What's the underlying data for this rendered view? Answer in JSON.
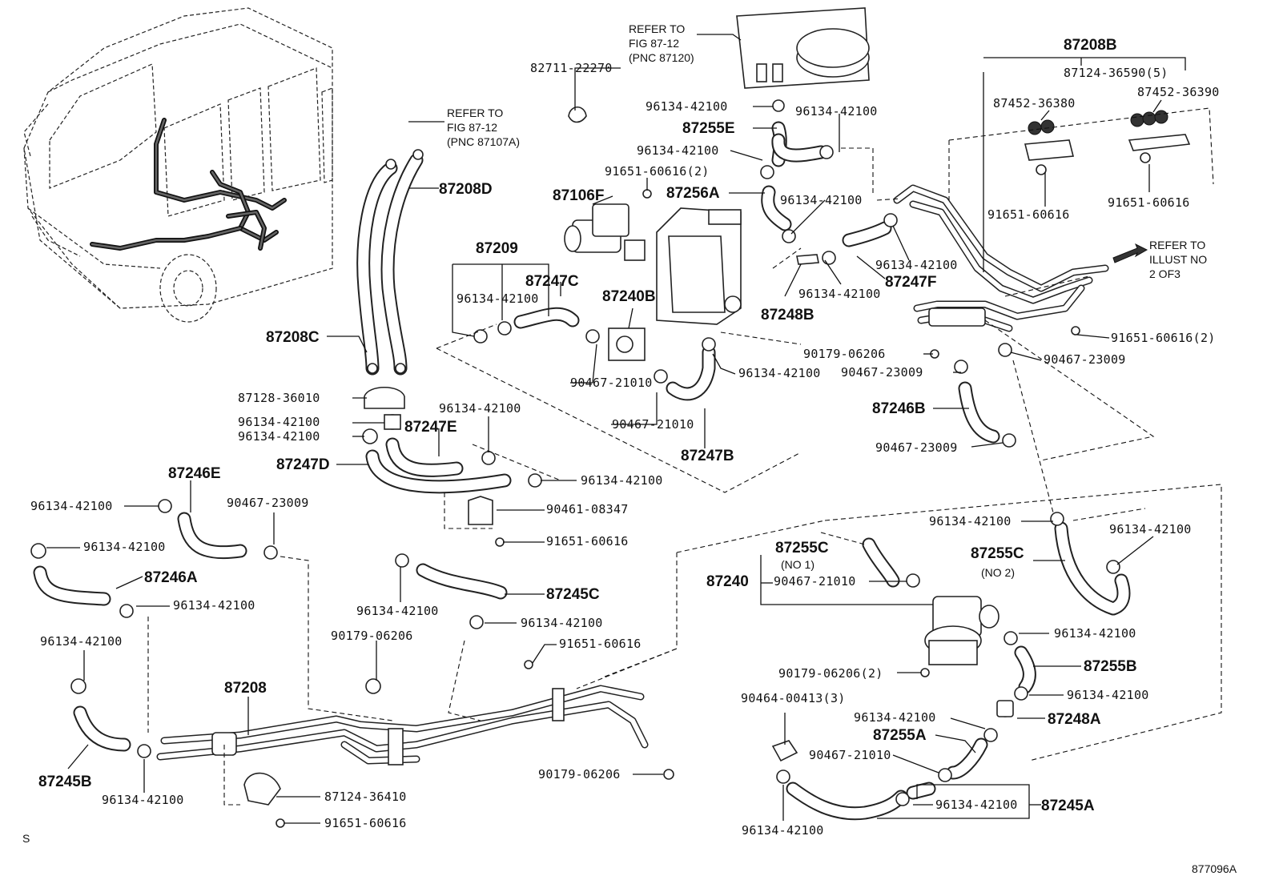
{
  "diagram": {
    "figure_code": "877096A",
    "corner_mark": "S",
    "refs": {
      "top_line1": "REFER TO",
      "top_line2": "FIG 87-12",
      "top_line3": "(PNC 87120)",
      "left_line1": "REFER TO",
      "left_line2": "FIG 87-12",
      "left_line3": "(PNC 87107A)",
      "right_line1": "REFER TO",
      "right_line2": "ILLUST NO",
      "right_line3": "2 OF3"
    },
    "labels": {
      "p82711": "82711-22270",
      "p96134_top1": "96134-42100",
      "p96134_top2": "96134-42100",
      "p87255E": "87255E",
      "p96134_top3": "96134-42100",
      "p91651_2a": "91651-60616(2)",
      "p87106F": "87106F",
      "p87256A": "87256A",
      "p96134_mid1": "96134-42100",
      "p87208D": "87208D",
      "p87208B": "87208B",
      "p87124_5": "87124-36590(5)",
      "p87452_a": "87452-36380",
      "p87452_b": "87452-36390",
      "p91651_r1": "91651-60616",
      "p91651_r2": "91651-60616",
      "p87209": "87209",
      "p87247C": "87247C",
      "p96134_87209": "96134-42100",
      "p87240B": "87240B",
      "p96134_mid2": "96134-42100",
      "p87247F": "87247F",
      "p96134_mid3": "96134-42100",
      "p87248B": "87248B",
      "p91651_2b": "91651-60616(2)",
      "p87208C": "87208C",
      "p90179_r": "90179-06206",
      "p90467_r1": "90467-23009",
      "p90467_r2": "90467-23009",
      "p90467_c1": "90467-21010",
      "p96134_c1": "96134-42100",
      "p87128": "87128-36010",
      "p96134_l1": "96134-42100",
      "p96134_l2": "96134-42100",
      "p87247E": "87247E",
      "p96134_c2": "96134-42100",
      "p90467_c2": "90467-21010",
      "p87246B": "87246B",
      "p90467_r3": "90467-23009",
      "p87247B": "87247B",
      "p87247D": "87247D",
      "p96134_c3": "96134-42100",
      "p87246E": "87246E",
      "p96134_w1": "96134-42100",
      "p90467_w": "90467-23009",
      "p90461": "90461-08347",
      "p91651_c": "91651-60616",
      "p96134_w2": "96134-42100",
      "p87246A": "87246A",
      "p96134_w3": "96134-42100",
      "p87245C": "87245C",
      "p96134_m1": "96134-42100",
      "p96134_m2": "96134-42100",
      "p90179_m": "90179-06206",
      "p91651_m": "91651-60616",
      "p96134_w4": "96134-42100",
      "p87208": "87208",
      "p87245B": "87245B",
      "p96134_w5": "96134-42100",
      "p87124_36410": "87124-36410",
      "p91651_b": "91651-60616",
      "p90179_b": "90179-06206",
      "p96134_r1": "96134-42100",
      "p96134_r2": "96134-42100",
      "p87255C_1": "87255C",
      "p87255C_1n": "(NO 1)",
      "p87240": "87240",
      "p90467_no1": "90467-21010",
      "p87255C_2": "87255C",
      "p87255C_2n": "(NO 2)",
      "p96134_r3": "96134-42100",
      "p87255B": "87255B",
      "p90179_2": "90179-06206(2)",
      "p96134_r4": "96134-42100",
      "p90464": "90464-00413(3)",
      "p96134_r5": "96134-42100",
      "p87248A": "87248A",
      "p87255A": "87255A",
      "p90467_r4": "90467-21010",
      "p96134_r6": "96134-42100",
      "p87245A": "87245A",
      "p96134_r7": "96134-42100"
    }
  }
}
